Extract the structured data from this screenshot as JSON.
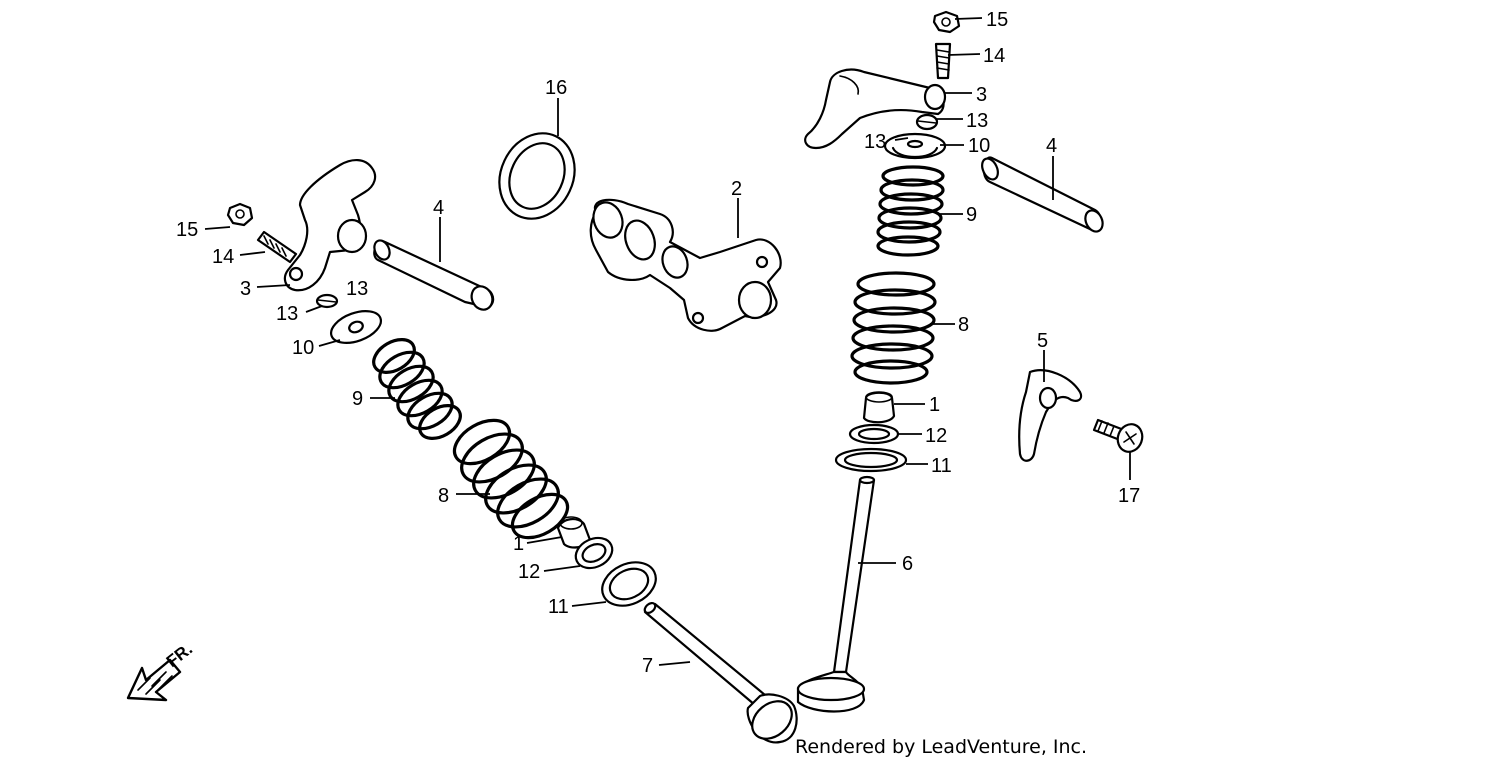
{
  "credit": "Rendered by LeadVenture, Inc.",
  "front_indicator": "FR.",
  "callouts": [
    {
      "id": "left-15",
      "label": "15"
    },
    {
      "id": "left-14",
      "label": "14"
    },
    {
      "id": "left-3",
      "label": "3"
    },
    {
      "id": "left-13a",
      "label": "13"
    },
    {
      "id": "left-13b",
      "label": "13"
    },
    {
      "id": "left-10",
      "label": "10"
    },
    {
      "id": "left-4",
      "label": "4"
    },
    {
      "id": "left-9",
      "label": "9"
    },
    {
      "id": "left-8",
      "label": "8"
    },
    {
      "id": "left-1",
      "label": "1"
    },
    {
      "id": "left-12",
      "label": "12"
    },
    {
      "id": "left-11",
      "label": "11"
    },
    {
      "id": "left-7",
      "label": "7"
    },
    {
      "id": "c-16",
      "label": "16"
    },
    {
      "id": "c-2",
      "label": "2"
    },
    {
      "id": "right-15",
      "label": "15"
    },
    {
      "id": "right-14",
      "label": "14"
    },
    {
      "id": "right-3",
      "label": "3"
    },
    {
      "id": "right-13a",
      "label": "13"
    },
    {
      "id": "right-13b",
      "label": "13"
    },
    {
      "id": "right-10",
      "label": "10"
    },
    {
      "id": "right-4",
      "label": "4"
    },
    {
      "id": "right-9",
      "label": "9"
    },
    {
      "id": "right-8",
      "label": "8"
    },
    {
      "id": "right-1",
      "label": "1"
    },
    {
      "id": "right-12",
      "label": "12"
    },
    {
      "id": "right-11",
      "label": "11"
    },
    {
      "id": "right-6",
      "label": "6"
    },
    {
      "id": "right-5",
      "label": "5"
    },
    {
      "id": "right-17",
      "label": "17"
    }
  ]
}
